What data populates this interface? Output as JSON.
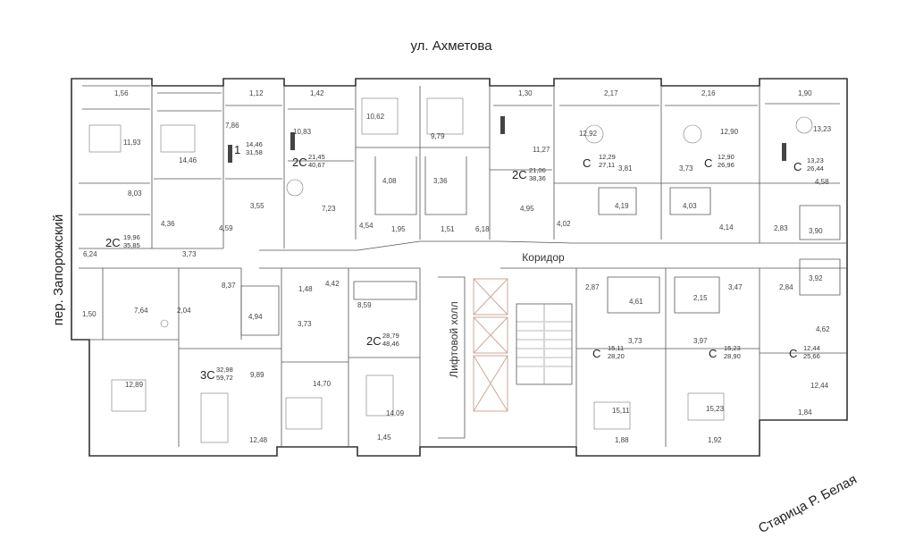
{
  "labels": {
    "street_top": "ул. Ахметова",
    "street_left": "пер. Запорожский",
    "street_bottom_right": "Старица Р. Белая",
    "corridor": "Коридор",
    "lift_hall": "Лифтовой холл"
  },
  "apartments": [
    {
      "id": "a1",
      "type": "2С",
      "line1": "19,96",
      "line2": "35,85"
    },
    {
      "id": "a2",
      "type": "1",
      "line1": "14,46",
      "line2": "31,58"
    },
    {
      "id": "a3",
      "type": "2С",
      "line1": "21,45",
      "line2": "40,67"
    },
    {
      "id": "a4",
      "type": "2С",
      "line1": "21,06",
      "line2": "38,36"
    },
    {
      "id": "a5",
      "type": "С",
      "line1": "12,29",
      "line2": "27,11"
    },
    {
      "id": "a6",
      "type": "С",
      "line1": "12,90",
      "line2": "26,96"
    },
    {
      "id": "a7",
      "type": "С",
      "line1": "13,23",
      "line2": "26,44"
    },
    {
      "id": "a8",
      "type": "3С",
      "line1": "32,98",
      "line2": "59,72"
    },
    {
      "id": "a9",
      "type": "2С",
      "line1": "28,79",
      "line2": "48,46"
    },
    {
      "id": "a10",
      "type": "С",
      "line1": "15,11",
      "line2": "28,20"
    },
    {
      "id": "a11",
      "type": "С",
      "line1": "15,23",
      "line2": "28,90"
    },
    {
      "id": "a12",
      "type": "С",
      "line1": "12,44",
      "line2": "25,66"
    }
  ],
  "room_areas": [
    "1,56",
    "1,12",
    "1,42",
    "1,30",
    "2,17",
    "2,16",
    "1,90",
    "7,86",
    "10,62",
    "11,93",
    "14,46",
    "10,83",
    "9,79",
    "11,27",
    "12,92",
    "12,90",
    "13,23",
    "8,03",
    "3,81",
    "3,73",
    "4,58",
    "4,08",
    "3,36",
    "3,55",
    "7,23",
    "4,95",
    "4,36",
    "4,59",
    "4,54",
    "1,95",
    "1,51",
    "6,18",
    "4,19",
    "4,03",
    "4,02",
    "4,14",
    "2,83",
    "3,90",
    "6,24",
    "3,73",
    "2,87",
    "3,47",
    "2,84",
    "3,92",
    "1,50",
    "7,64",
    "2,04",
    "8,37",
    "1,48",
    "4,42",
    "8,59",
    "4,61",
    "2,15",
    "4,94",
    "3,73",
    "4,62",
    "3,73",
    "3,97",
    "12,89",
    "9,89",
    "14,70",
    "12,44",
    "15,11",
    "15,23",
    "12,48",
    "14,09",
    "1,84",
    "1,45",
    "1,88",
    "1,92"
  ]
}
